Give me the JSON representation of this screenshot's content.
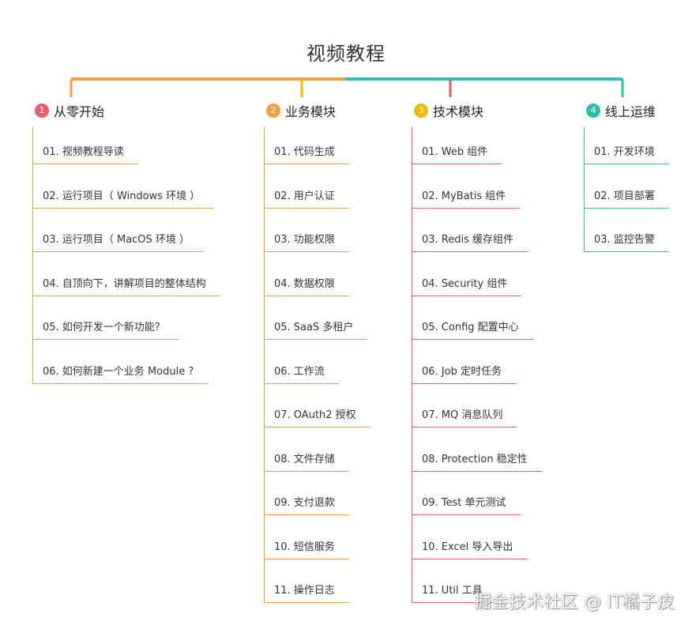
{
  "title": "视频教程",
  "colors": {
    "from_zero": "#ee5a6f",
    "business": "#f0a040",
    "tech": "#f0b800",
    "ops": "#2bbfa5",
    "line_orange": "#f0a040",
    "line_red": "#e85a6a",
    "line_teal": "#2bbfa5"
  },
  "branches": [
    {
      "index": "1",
      "label": "从零开始",
      "items": [
        "01. 视频教程导读",
        "02. 运行项目（ Windows 环境 ）",
        "03. 运行项目（ MacOS 环境 ）",
        "04. 自顶向下，讲解项目的整体结构",
        "05. 如何开发一个新功能？",
        "06. 如何新建一个业务 Module ?"
      ]
    },
    {
      "index": "2",
      "label": "业务模块",
      "items": [
        "01. 代码生成",
        "02. 用户认证",
        "03. 功能权限",
        "04. 数据权限",
        "05. SaaS 多租户",
        "06. 工作流",
        "07. OAuth2 授权",
        "08. 文件存储",
        "09. 支付退款",
        "10. 短信服务",
        "11. 操作日志"
      ]
    },
    {
      "index": "3",
      "label": "技术模块",
      "items": [
        "01. Web 组件",
        "02. MyBatis 组件",
        "03. Redis 缓存组件",
        "04. Security 组件",
        "05. Config 配置中心",
        "06. Job 定时任务",
        "07. MQ 消息队列",
        "08. Protection 稳定性",
        "09. Test 单元测试",
        "10. Excel 导入导出",
        "11. Util 工具"
      ]
    },
    {
      "index": "4",
      "label": "线上运维",
      "items": [
        "01. 开发环境",
        "02. 项目部署",
        "03. 监控告警"
      ]
    }
  ],
  "watermark": "掘金技术社区 @ IT橘子皮"
}
